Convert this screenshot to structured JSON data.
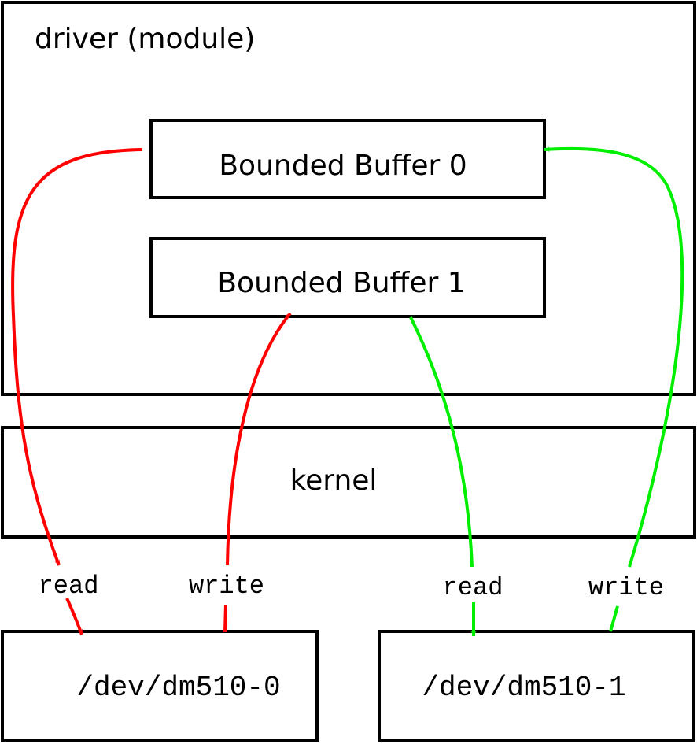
{
  "module": {
    "label": "driver (module)"
  },
  "buffers": [
    {
      "label": "Bounded Buffer 0"
    },
    {
      "label": "Bounded Buffer 1"
    }
  ],
  "kernel": {
    "label": "kernel"
  },
  "devices": [
    {
      "label": "/dev/dm510-0"
    },
    {
      "label": "/dev/dm510-1"
    }
  ],
  "edges": {
    "dev0_read": {
      "label": "read",
      "color": "#ff0000"
    },
    "dev0_write": {
      "label": "write",
      "color": "#ff0000"
    },
    "dev1_read": {
      "label": "read",
      "color": "#00ee00"
    },
    "dev1_write": {
      "label": "write",
      "color": "#00ee00"
    }
  }
}
